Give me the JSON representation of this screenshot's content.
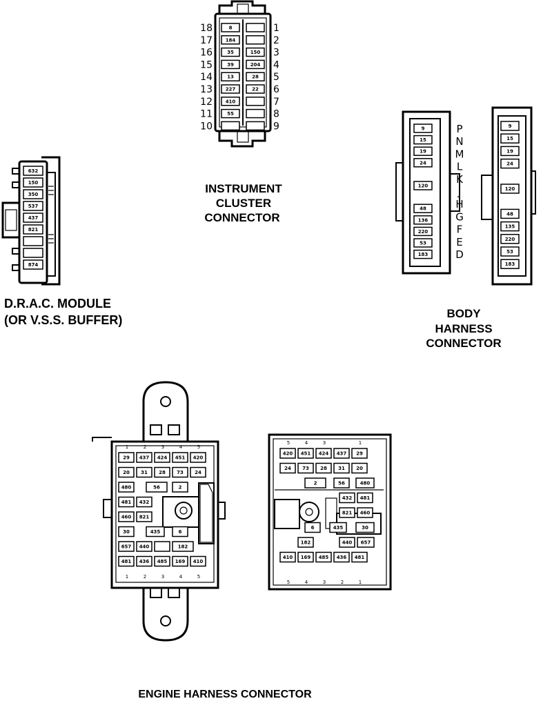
{
  "labels": {
    "instrument_cluster": [
      "INSTRUMENT",
      "CLUSTER",
      "CONNECTOR"
    ],
    "drac": [
      "D.R.A.C. MODULE",
      "(OR V.S.S. BUFFER)"
    ],
    "body_harness": [
      "BODY",
      "HARNESS",
      "CONNECTOR"
    ],
    "engine_harness": "ENGINE HARNESS CONNECTOR"
  },
  "instrument_cluster": {
    "left_numbers": [
      "18",
      "17",
      "16",
      "15",
      "14",
      "13",
      "12",
      "11",
      "10"
    ],
    "right_numbers": [
      "1",
      "2",
      "3",
      "4",
      "5",
      "6",
      "7",
      "8",
      "9"
    ],
    "left_pins": [
      "8",
      "184",
      "35",
      "39",
      "13",
      "227",
      "410",
      "55",
      ""
    ],
    "right_pins": [
      "",
      "",
      "150",
      "204",
      "28",
      "22",
      "",
      "",
      ""
    ]
  },
  "drac": {
    "pins": [
      "632",
      "150",
      "350",
      "537",
      "437",
      "821",
      "",
      "",
      "874"
    ]
  },
  "body_harness": {
    "letters": [
      "P",
      "N",
      "M",
      "L",
      "K",
      "J",
      "H",
      "G",
      "F",
      "E",
      "D"
    ],
    "left_pins": [
      "9",
      "15",
      "19",
      "24",
      "",
      "120",
      "",
      "48",
      "136",
      "220",
      "53",
      "183"
    ],
    "right_pins": [
      "9",
      "15",
      "19",
      "24",
      "",
      "120",
      "",
      "48",
      "135",
      "220",
      "53",
      "183"
    ]
  },
  "engine_left": {
    "top_numbers": [
      "1",
      "2",
      "3",
      "4",
      "5"
    ],
    "bottom_numbers": [
      "1",
      "2",
      "3",
      "4",
      "5"
    ],
    "rows": [
      [
        "29",
        "437",
        "424",
        "451",
        "420"
      ],
      [
        "20",
        "31",
        "28",
        "73",
        "24"
      ],
      [
        "480",
        "56",
        "2"
      ],
      [
        "481",
        "432"
      ],
      [
        "460",
        "821"
      ],
      [
        "30",
        "435",
        "6"
      ],
      [
        "657",
        "440",
        "",
        "182"
      ],
      [
        "481",
        "436",
        "485",
        "169",
        "410"
      ]
    ]
  },
  "engine_right": {
    "top_numbers": [
      "5",
      "4",
      "3",
      "",
      "1"
    ],
    "bottom_numbers": [
      "5",
      "4",
      "3",
      "2",
      "1"
    ],
    "rows": [
      [
        "420",
        "451",
        "424",
        "437",
        "29"
      ],
      [
        "24",
        "73",
        "28",
        "31",
        "20"
      ],
      [
        "2",
        "56",
        "480"
      ],
      [
        "432",
        "481"
      ],
      [
        "821",
        "460"
      ],
      [
        "6",
        "435",
        "30"
      ],
      [
        "182",
        "440",
        "657"
      ],
      [
        "410",
        "169",
        "485",
        "436",
        "481"
      ]
    ]
  }
}
